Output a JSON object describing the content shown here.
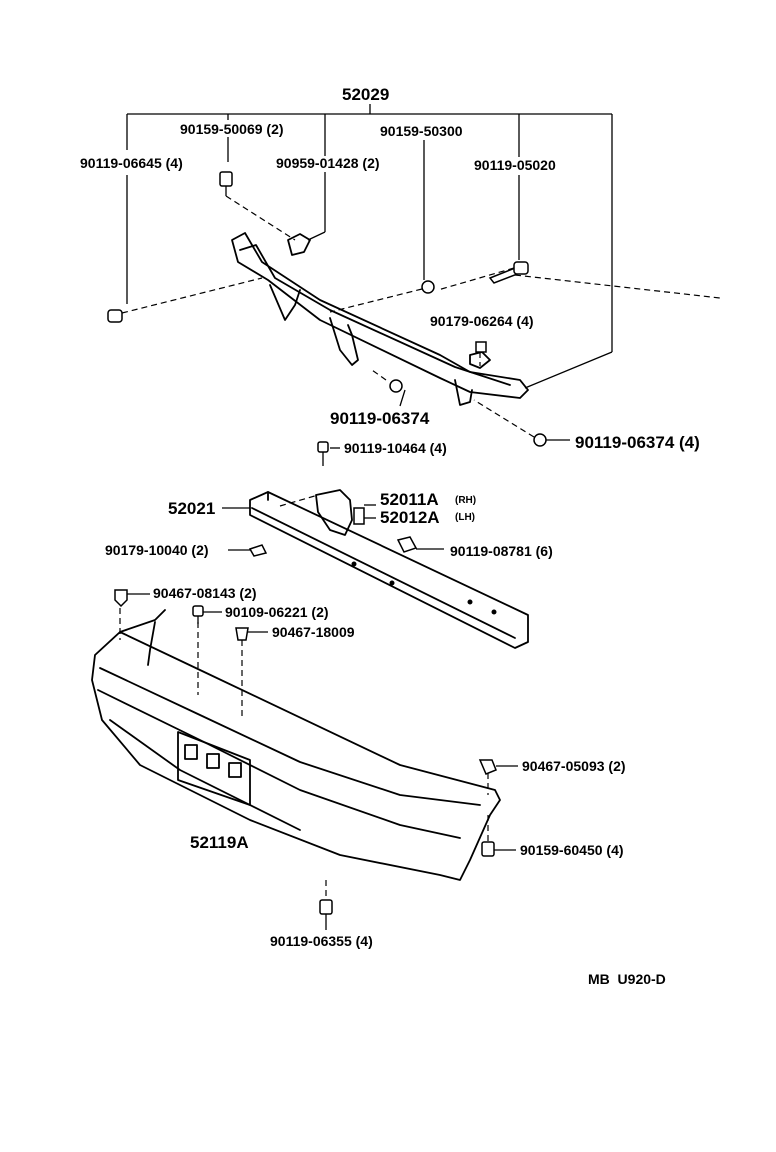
{
  "labels": {
    "assembly": "52029",
    "bolt_50069": "90159-50069 (2)",
    "bolt_50300": "90159-50300",
    "bolt_06645": "90119-06645 (4)",
    "nut_01428": "90959-01428 (2)",
    "bolt_05020": "90119-05020",
    "nut_06264": "90179-06264 (4)",
    "bolt_06374a": "90119-06374",
    "bolt_06374b": "90119-06374 (4)",
    "bolt_10464": "90119-10464 (4)",
    "reinforcement": "52021",
    "bracket_rh": "52011A",
    "bracket_rh_side": "(RH)",
    "bracket_lh": "52012A",
    "bracket_lh_side": "(LH)",
    "nut_10040": "90179-10040 (2)",
    "bolt_08781": "90119-08781 (6)",
    "clip_08143": "90467-08143 (2)",
    "bolt_06221": "90109-06221 (2)",
    "clip_18009": "90467-18009",
    "clip_05093": "90467-05093 (2)",
    "cover": "52119A",
    "bolt_60450": "90159-60450 (4)",
    "bolt_06355": "90119-06355 (4)",
    "footer_code": "MB  U920-D"
  }
}
